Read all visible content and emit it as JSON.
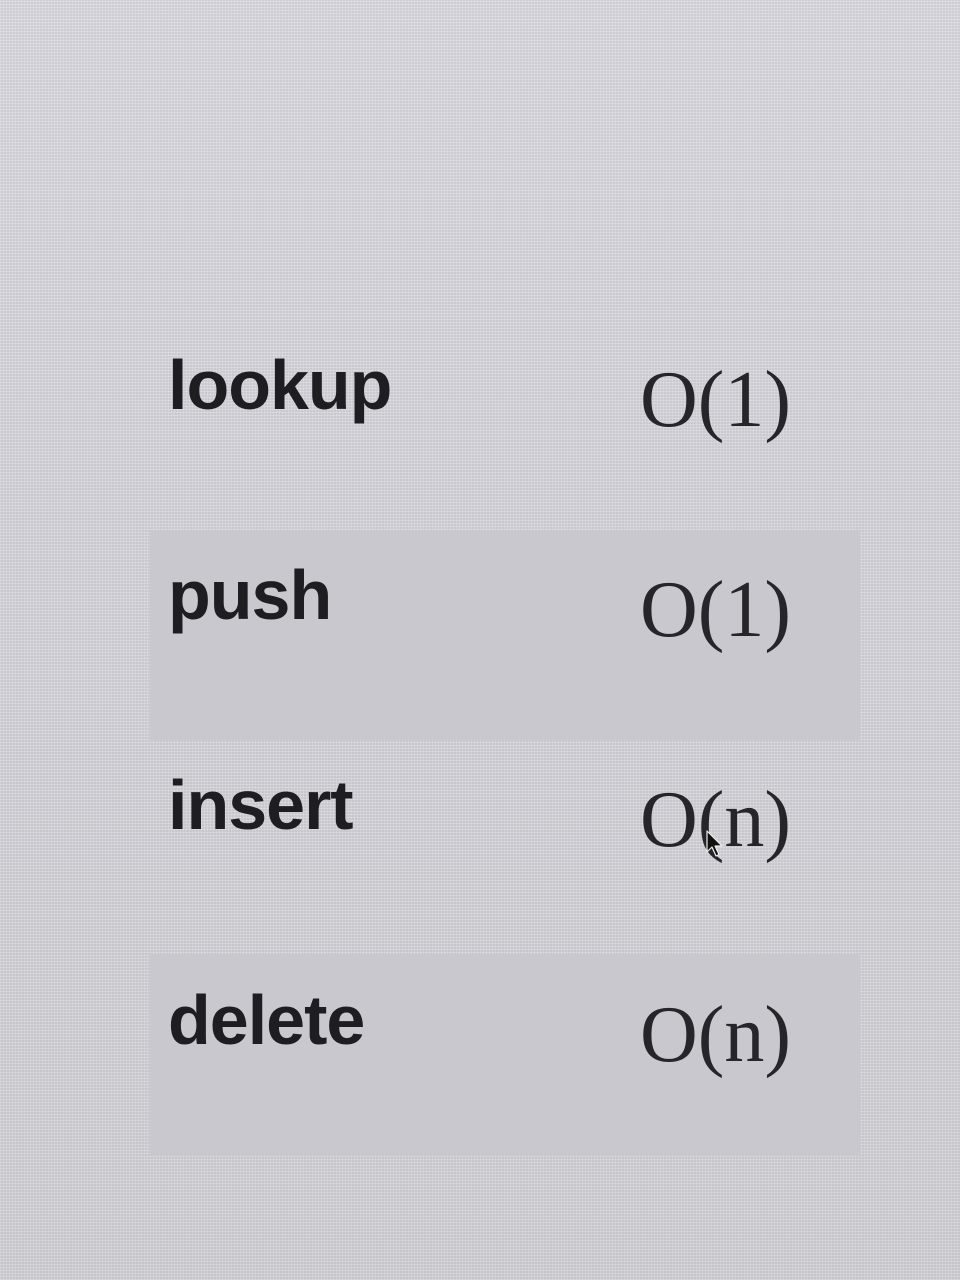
{
  "complexity_table": {
    "rows": [
      {
        "operation": "lookup",
        "complexity": "O(1)"
      },
      {
        "operation": "push",
        "complexity": "O(1)"
      },
      {
        "operation": "insert",
        "complexity": "O(n)"
      },
      {
        "operation": "delete",
        "complexity": "O(n)"
      }
    ]
  },
  "colors": {
    "background": "#d8d7de",
    "alt_row": "#c9c8cf",
    "text": "#1e1e22"
  },
  "icons": {
    "pointer": "cursor-icon"
  }
}
